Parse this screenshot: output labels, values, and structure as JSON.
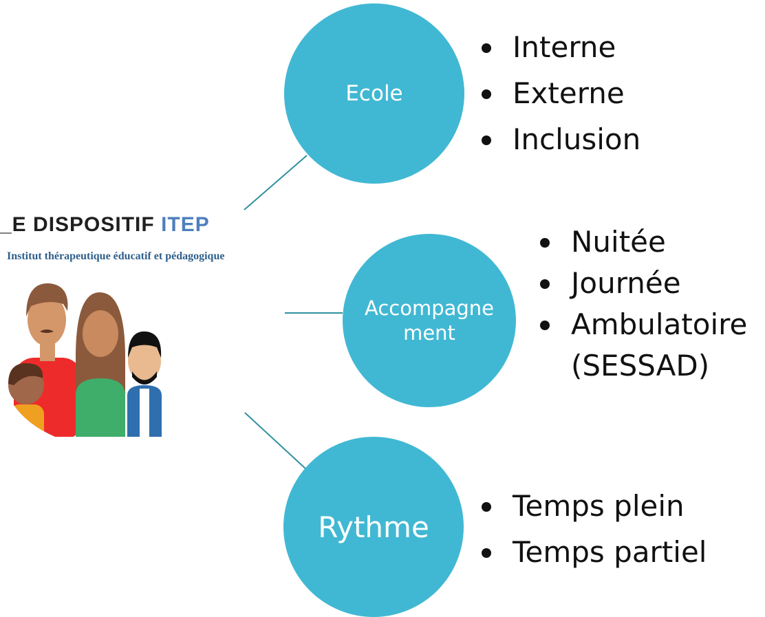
{
  "logo": {
    "title_prefix": "_E DISPOSITIF ",
    "title_highlight": "ITEP",
    "subtitle": "Institut thérapeutique éducatif et pédagogique"
  },
  "nodes": [
    {
      "label": "Ecole",
      "items": [
        "Interne",
        "Externe",
        "Inclusion"
      ]
    },
    {
      "label": "Accompagnement",
      "items": [
        "Nuitée",
        "Journée",
        "Ambulatoire (SESSAD)"
      ]
    },
    {
      "label": "Rythme",
      "items": [
        "Temps plein",
        "Temps partiel"
      ]
    }
  ],
  "colors": {
    "circle": "#41b8d3",
    "connector": "#2f8f9f",
    "logo_highlight": "#4f7fbd",
    "logo_subtitle": "#2e5f8c"
  }
}
